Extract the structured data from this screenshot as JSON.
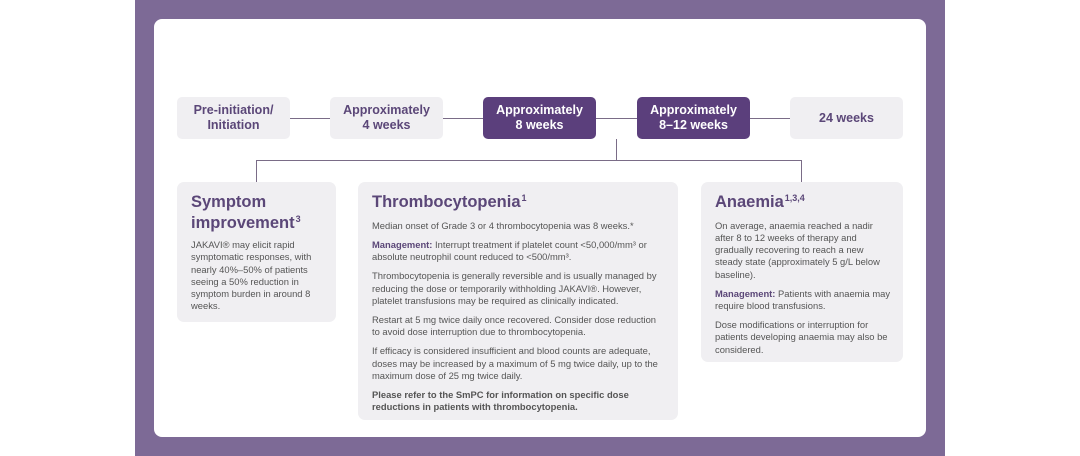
{
  "timeline": [
    {
      "label": "Pre-initiation/\nInitiation",
      "highlight": false
    },
    {
      "label": "Approximately\n4 weeks",
      "highlight": false
    },
    {
      "label": "Approximately\n8 weeks",
      "highlight": true
    },
    {
      "label": "Approximately\n8–12 weeks",
      "highlight": true
    },
    {
      "label": "24 weeks",
      "highlight": false
    }
  ],
  "symptom": {
    "title": "Symptom improvement",
    "sup": "3",
    "body": "JAKAVI® may elicit rapid symptomatic responses, with nearly 40%–50% of patients seeing a 50% reduction in symptom burden in around 8 weeks."
  },
  "thrombo": {
    "title": "Thrombocytopenia",
    "sup": "1",
    "p1": "Median onset of Grade 3 or 4 thrombocytopenia was 8 weeks.*",
    "mgmt_label": "Management:",
    "mgmt_text": " Interrupt treatment if platelet count <50,000/mm³ or absolute neutrophil count reduced to <500/mm³.",
    "p3": "Thrombocytopenia is generally reversible and is usually managed by reducing the dose or temporarily withholding JAKAVI®. However, platelet transfusions may be required as clinically indicated.",
    "p4": "Restart at 5 mg twice daily once recovered. Consider dose reduction to avoid dose interruption due to thrombocytopenia.",
    "p5": "If efficacy is considered insufficient and blood counts are adequate, doses may be increased by a maximum of 5 mg twice daily, up to the maximum dose of 25 mg twice daily.",
    "p6": "Please refer to the SmPC for information on specific dose reductions in patients with thrombocytopenia."
  },
  "anaemia": {
    "title": "Anaemia",
    "sup": "1,3,4",
    "p1": "On average, anaemia reached a nadir after 8 to 12 weeks of therapy and gradually recovering to reach a new steady state (approximately 5 g/L below baseline).",
    "mgmt_label": "Management:",
    "mgmt_text": " Patients with anaemia may require blood transfusions.",
    "p3": "Dose modifications or interruption for patients developing anaemia may also be considered."
  }
}
